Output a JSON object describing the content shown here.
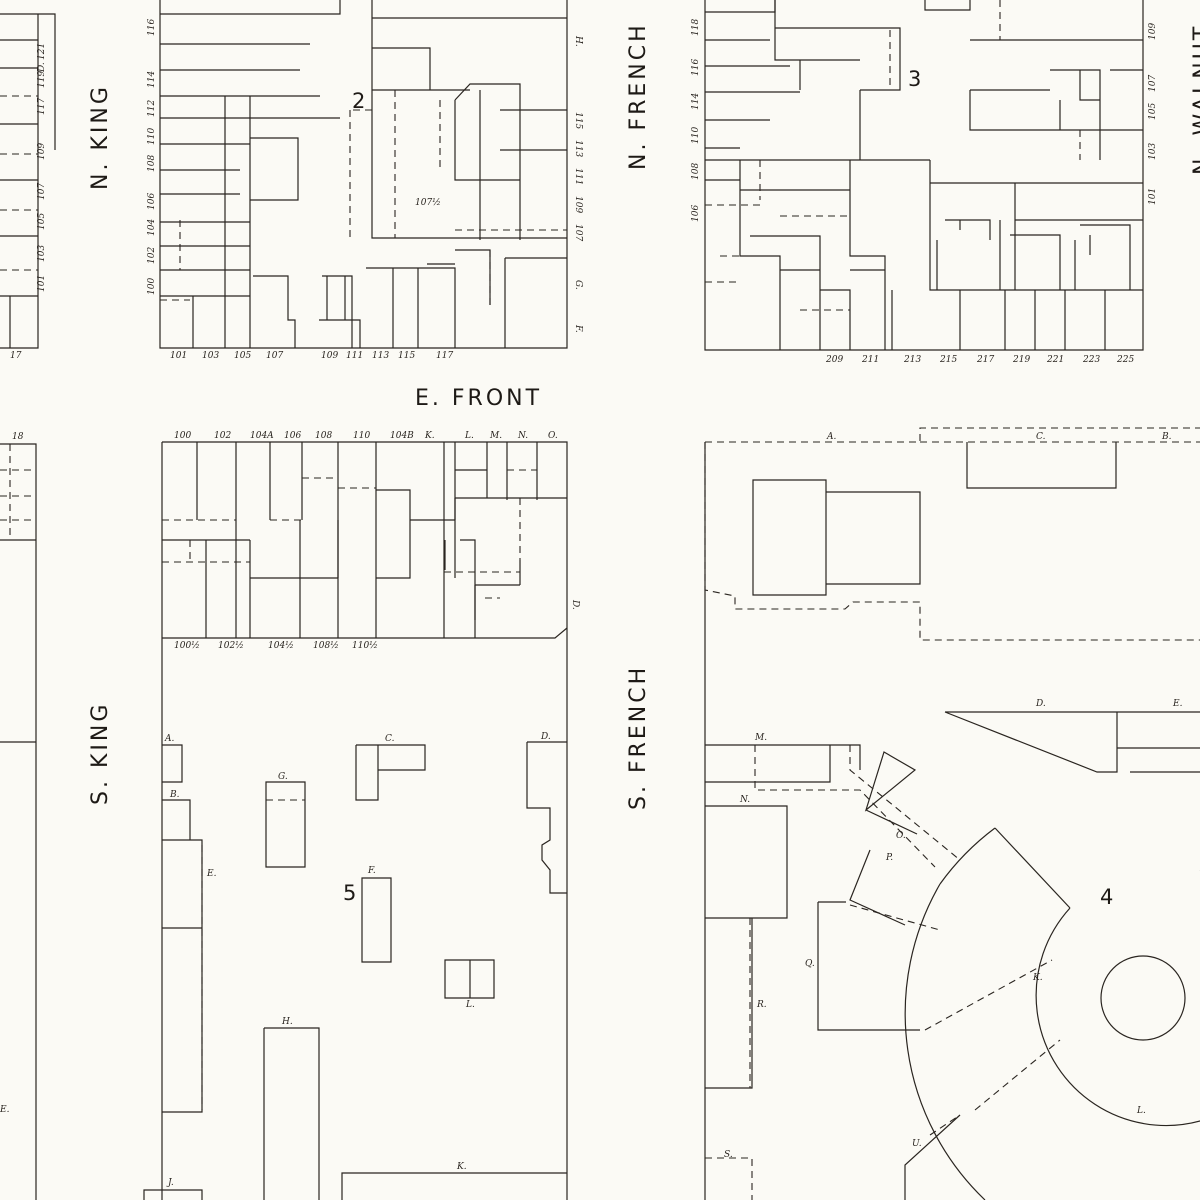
{
  "streets": {
    "n_king": "N. KING",
    "s_king": "S. KING",
    "n_french": "N. FRENCH",
    "s_french": "S. FRENCH",
    "e_front": "E. FRONT",
    "n_walnut": "N. WALNUT"
  },
  "blocks": {
    "b2": "2",
    "b3": "3",
    "b4": "4",
    "b5": "5"
  },
  "addresses": {
    "b1_left": [
      "121",
      "119",
      "117",
      "109",
      "107",
      "105",
      "103",
      "101"
    ],
    "b1_left_letters": [
      "D."
    ],
    "b1_bottom": [
      "17"
    ],
    "b2_left": [
      "116",
      "114",
      "112",
      "110",
      "108",
      "106",
      "104",
      "102",
      "100"
    ],
    "b2_bottom": [
      "101",
      "103",
      "105",
      "107",
      "109",
      "111",
      "113",
      "115",
      "117"
    ],
    "b2_right": [
      "115",
      "113",
      "111",
      "109",
      "107"
    ],
    "b2_right_letters": [
      "H.",
      "G.",
      "F."
    ],
    "b2_inner": [
      "107½"
    ],
    "b3_left": [
      "118",
      "116",
      "114",
      "110",
      "108",
      "106"
    ],
    "b3_bottom": [
      "209",
      "211",
      "213",
      "215",
      "217",
      "219",
      "221",
      "223",
      "225"
    ],
    "b3_right": [
      "109",
      "107",
      "105",
      "103",
      "101"
    ],
    "b6_top": [
      "18"
    ],
    "b5_top": [
      "100",
      "102",
      "104A",
      "106",
      "108",
      "110",
      "104B",
      "K.",
      "L.",
      "M.",
      "N.",
      "O."
    ],
    "b5_mid": [
      "100½",
      "102½",
      "104½",
      "108½",
      "110½"
    ],
    "b5_letters": [
      "A.",
      "B.",
      "C.",
      "D.",
      "E.",
      "F.",
      "G.",
      "H.",
      "J.",
      "K.",
      "L.",
      "D."
    ],
    "b4_letters": [
      "A.",
      "B.",
      "C.",
      "D.",
      "E.",
      "M.",
      "N.",
      "O.",
      "P.",
      "Q.",
      "R.",
      "K.",
      "L.",
      "U.",
      "S."
    ],
    "left_edge": [
      "E."
    ]
  },
  "colors": {
    "paper": "#fbfaf5",
    "ink": "#2a2520"
  }
}
